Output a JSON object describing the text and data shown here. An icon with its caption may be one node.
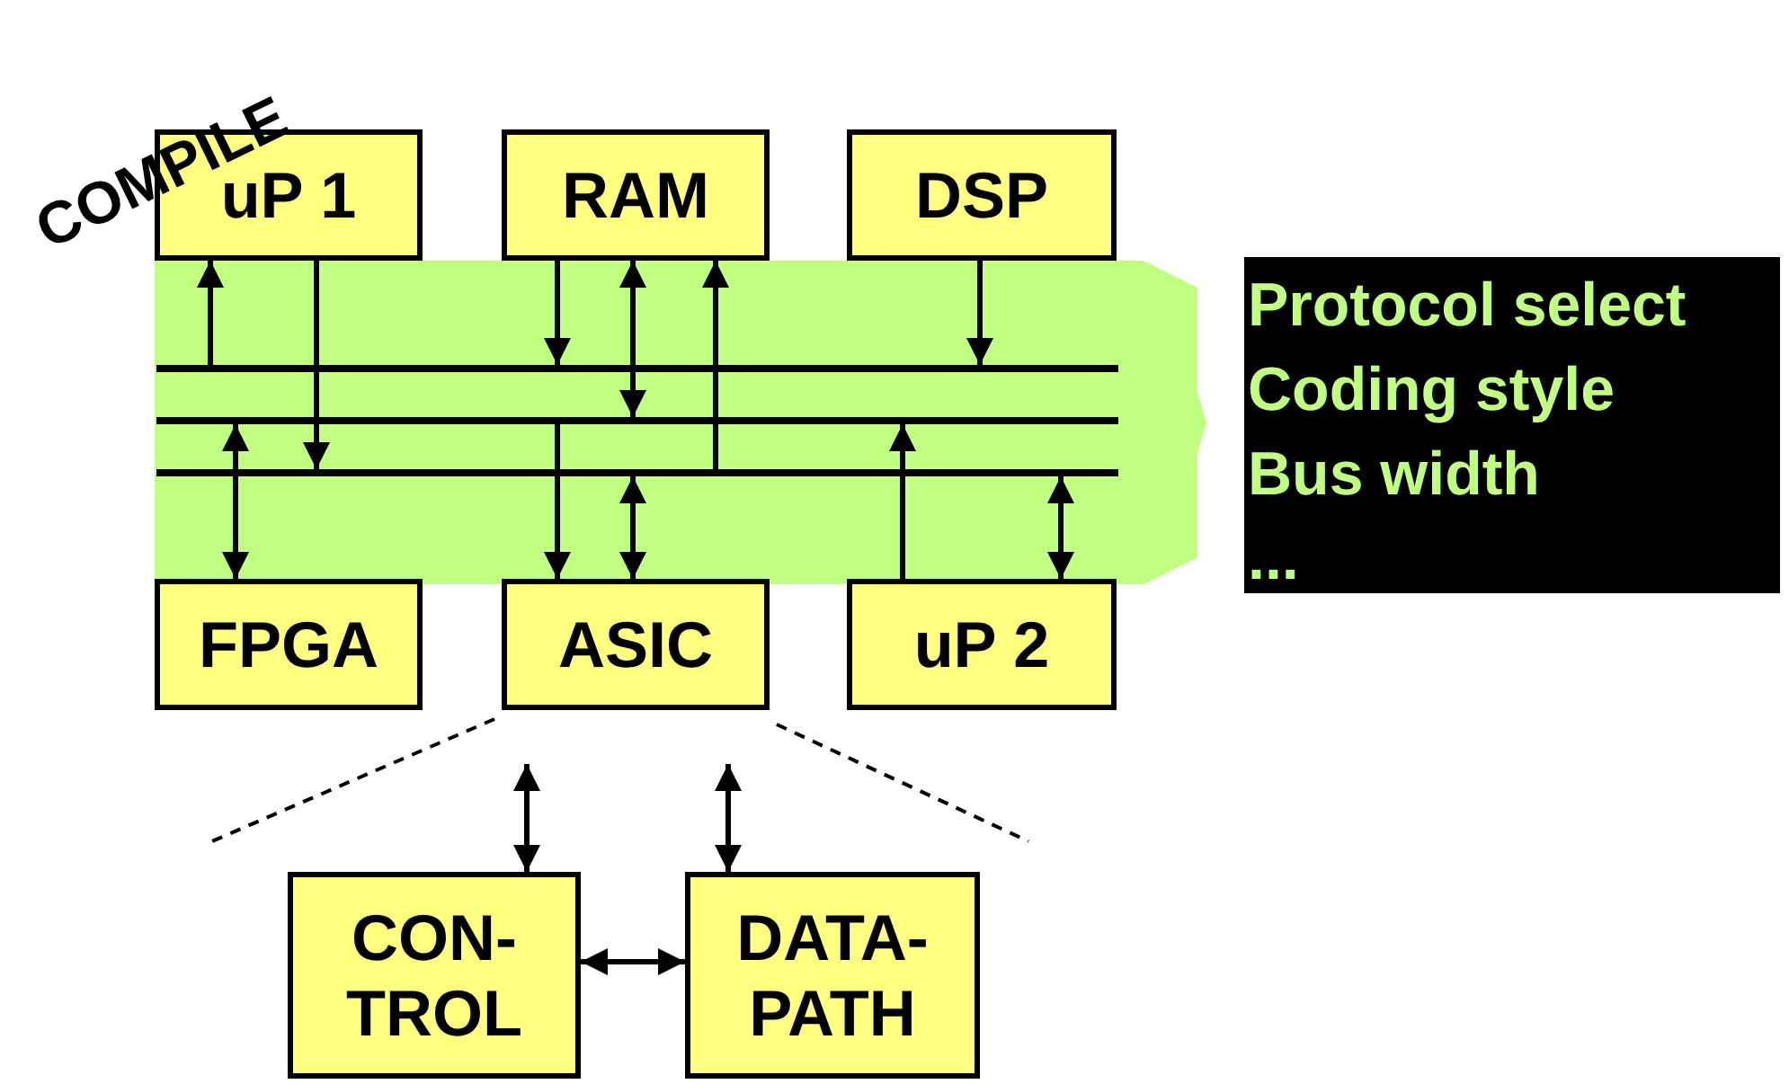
{
  "diagram": {
    "nodes": [
      {
        "text": [
          "uP 1"
        ]
      },
      {
        "text": [
          "RAM"
        ]
      },
      {
        "text": [
          "DSP"
        ]
      },
      {
        "text": [],
        "shape": "band"
      },
      {
        "text": [],
        "shape": "line",
        "in": 3
      },
      {
        "text": [],
        "shape": "line",
        "in": 3
      },
      {
        "text": [],
        "shape": "line",
        "in": 3
      },
      {
        "text": [
          "FPGA"
        ]
      },
      {
        "text": [
          "ASIC"
        ]
      },
      {
        "text": [
          "uP 2"
        ]
      },
      {
        "text": [
          "CON- TROL"
        ]
      },
      {
        "text": [
          "DATA- PATH"
        ]
      },
      {
        "text": [
          "Protocol select",
          "Coding style",
          "Bus width",
          "..."
        ]
      }
    ],
    "edges": [
      {
        "from": 4,
        "to": 0,
        "arrow": "to"
      },
      {
        "from": 0,
        "to": 6,
        "arrow": "to"
      },
      {
        "from": 1,
        "to": 4,
        "arrow": "to"
      },
      {
        "from": 1,
        "to": 5,
        "arrow": "both"
      },
      {
        "from": 6,
        "to": 1,
        "arrow": "to"
      },
      {
        "from": 2,
        "to": 4,
        "arrow": "to"
      },
      {
        "from": 5,
        "to": 7,
        "arrow": "both"
      },
      {
        "from": 5,
        "to": 8,
        "arrow": "to"
      },
      {
        "from": 6,
        "to": 8,
        "arrow": "both"
      },
      {
        "from": 9,
        "to": 5,
        "arrow": "to"
      },
      {
        "from": 6,
        "to": 9,
        "arrow": "both"
      },
      {
        "from": 8,
        "to": 10,
        "arrow": "both"
      },
      {
        "from": 8,
        "to": 11,
        "arrow": "both"
      },
      {
        "from": 10,
        "to": 11,
        "arrow": "both"
      }
    ],
    "labels": [
      "COMPILE"
    ]
  }
}
